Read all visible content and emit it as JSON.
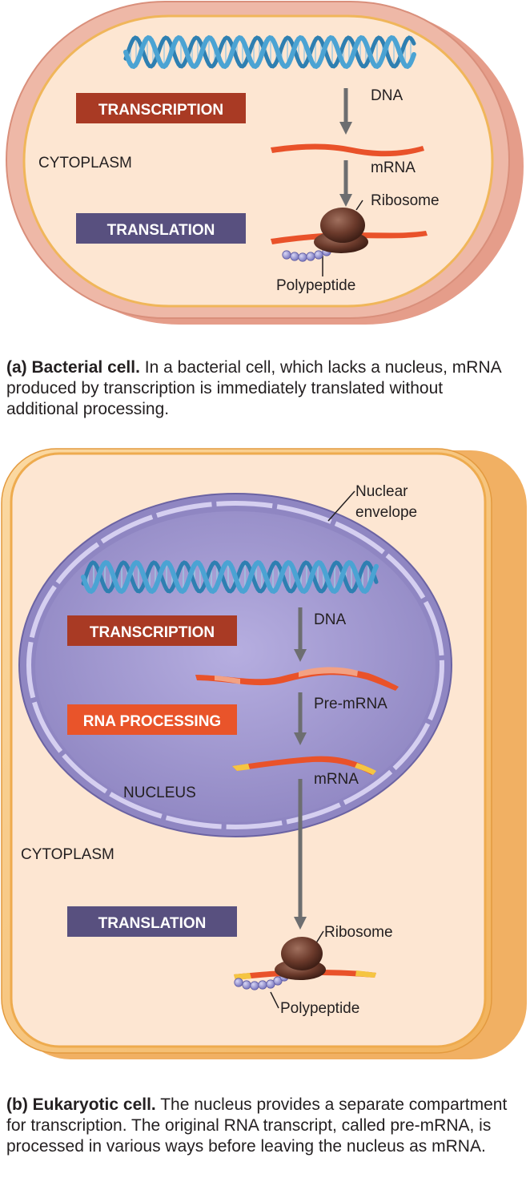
{
  "panel_a": {
    "transcription": "TRANSCRIPTION",
    "translation": "TRANSLATION",
    "cytoplasm": "CYTOPLASM",
    "dna": "DNA",
    "mrna": "mRNA",
    "ribosome": "Ribosome",
    "polypeptide": "Polypeptide",
    "caption_letter": "(a)",
    "caption_title": "Bacterial cell.",
    "caption_text": "In a bacterial cell, which lacks a nucleus, mRNA produced by transcription is immediately translated without additional processing."
  },
  "panel_b": {
    "nuclear_envelope_1": "Nuclear",
    "nuclear_envelope_2": "envelope",
    "transcription": "TRANSCRIPTION",
    "rna_processing": "RNA PROCESSING",
    "translation": "TRANSLATION",
    "dna": "DNA",
    "pre_mrna": "Pre-mRNA",
    "mrna": "mRNA",
    "nucleus": "NUCLEUS",
    "cytoplasm": "CYTOPLASM",
    "ribosome": "Ribosome",
    "polypeptide": "Polypeptide",
    "caption_letter": "(b)",
    "caption_title": "Eukaryotic cell.",
    "caption_text": "The nucleus provides a separate compartment for transcription. The original RNA transcript, called pre-mRNA, is processed in various ways before leaving the nucleus as mRNA."
  },
  "colors": {
    "transcription_box": "#a93a24",
    "translation_box": "#58507f",
    "processing_box": "#e9542a",
    "mrna": "#e9522a",
    "cap": "#f5c542",
    "bacterium_outer": "#ebb1a2",
    "eukaryote_outer": "#f7c680",
    "cell_fill": "#fde6d2",
    "nucleus_fill": "#a39acb",
    "dna": "#3b8fbf",
    "ribosome": "#6b3a2b",
    "polypeptide": "#9d9ad6"
  }
}
